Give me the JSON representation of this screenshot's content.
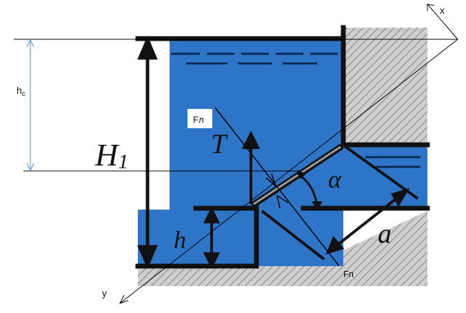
{
  "labels": {
    "axis_x": "x",
    "axis_y": "y",
    "h_c": "hc",
    "h_c_main": "h",
    "h_c_sub": "c",
    "H1_main": "H",
    "H1_sub": "1",
    "T": "T",
    "h": "h",
    "alpha": "α",
    "a": "a",
    "F_l": "Fл",
    "F_p": "Fп"
  },
  "colors": {
    "water": "#2e75c8",
    "water_dark": "#1d5ea9",
    "wall": "#111111",
    "ground": "#c8c8c8",
    "hatch": "#8a8a8a",
    "dim_blue": "#4a90d9",
    "line": "#000000"
  }
}
